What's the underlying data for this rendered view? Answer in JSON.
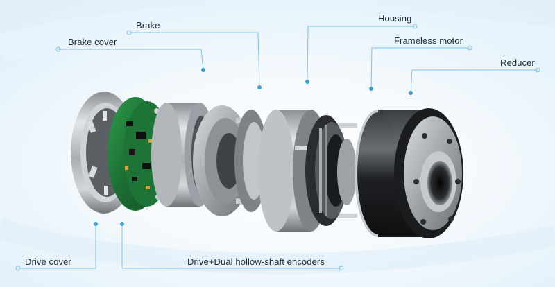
{
  "labels": {
    "brake": "Brake",
    "brake_cover": "Brake cover",
    "housing": "Housing",
    "frameless_motor": "Frameless motor",
    "reducer": "Reducer",
    "drive_cover": "Drive cover",
    "drive_encoders": "Drive+Dual hollow-shaft encoders"
  },
  "colors": {
    "callout_line": "#7fc3e6",
    "callout_dot": "#3f9fd3",
    "label_text": "#1c2b3a",
    "pcb_green": "#1f7a3a",
    "aluminum": "#b8bcc0",
    "black_anodized": "#1d1f22"
  }
}
